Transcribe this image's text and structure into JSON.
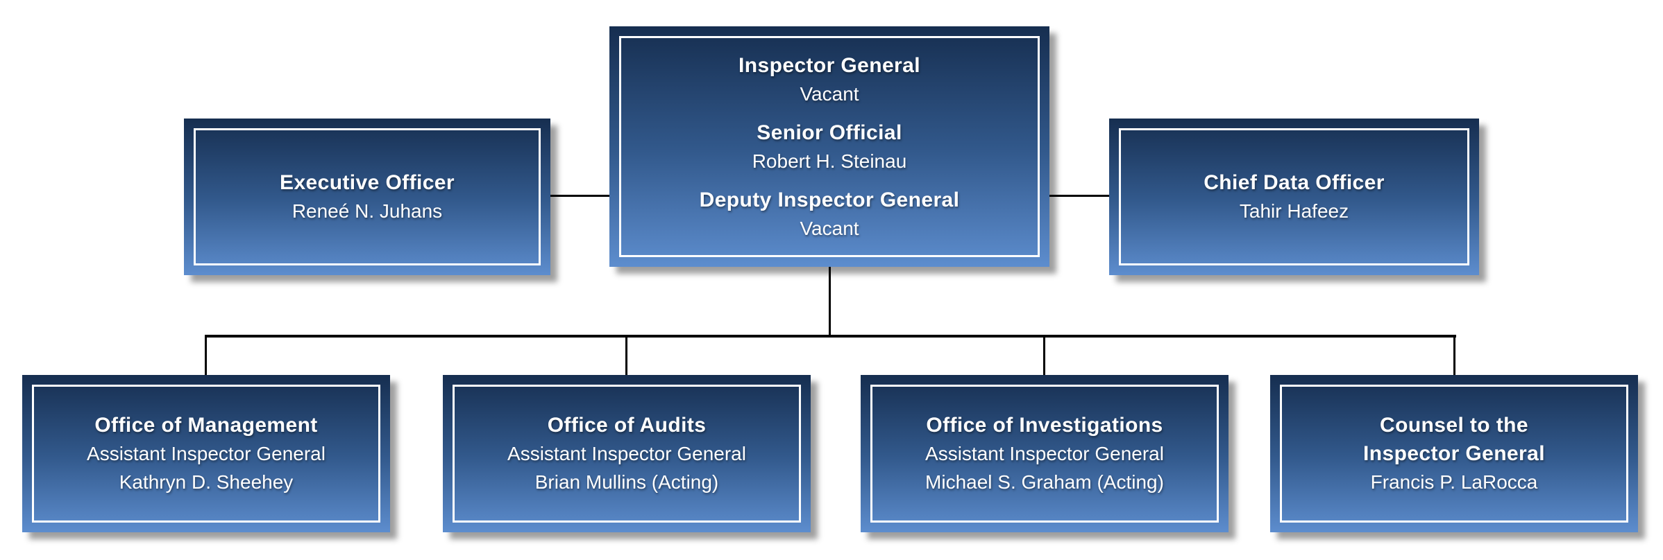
{
  "colors": {
    "box_gradient_top": "#162e50",
    "box_gradient_mid": "#32598c",
    "box_gradient_bottom": "#5d8dce",
    "box_border": "#ffffff",
    "text": "#ffffff",
    "connector": "#000000",
    "background": "#ffffff"
  },
  "org_chart": {
    "nodes": [
      {
        "id": "inspector-general",
        "lines": [
          {
            "text": "Inspector General",
            "bold": true,
            "gap_before": false
          },
          {
            "text": "Vacant",
            "bold": false,
            "gap_before": false
          },
          {
            "text": "Senior Official",
            "bold": true,
            "gap_before": true
          },
          {
            "text": "Robert H. Steinau",
            "bold": false,
            "gap_before": false
          },
          {
            "text": "Deputy Inspector General",
            "bold": true,
            "gap_before": true
          },
          {
            "text": "Vacant",
            "bold": false,
            "gap_before": false
          }
        ]
      },
      {
        "id": "executive-officer",
        "lines": [
          {
            "text": "Executive Officer",
            "bold": true,
            "gap_before": false
          },
          {
            "text": "Reneé N. Juhans",
            "bold": false,
            "gap_before": false
          }
        ]
      },
      {
        "id": "chief-data-officer",
        "lines": [
          {
            "text": "Chief Data Officer",
            "bold": true,
            "gap_before": false
          },
          {
            "text": "Tahir Hafeez",
            "bold": false,
            "gap_before": false
          }
        ]
      },
      {
        "id": "office-of-management",
        "lines": [
          {
            "text": "Office of Management",
            "bold": true,
            "gap_before": false
          },
          {
            "text": "Assistant Inspector General",
            "bold": false,
            "gap_before": false
          },
          {
            "text": "Kathryn D. Sheehey",
            "bold": false,
            "gap_before": false
          }
        ]
      },
      {
        "id": "office-of-audits",
        "lines": [
          {
            "text": "Office of Audits",
            "bold": true,
            "gap_before": false
          },
          {
            "text": "Assistant Inspector General",
            "bold": false,
            "gap_before": false
          },
          {
            "text": "Brian Mullins (Acting)",
            "bold": false,
            "gap_before": false
          }
        ]
      },
      {
        "id": "office-of-investigations",
        "lines": [
          {
            "text": "Office of Investigations",
            "bold": true,
            "gap_before": false
          },
          {
            "text": "Assistant Inspector General",
            "bold": false,
            "gap_before": false
          },
          {
            "text": "Michael S. Graham (Acting)",
            "bold": false,
            "gap_before": false
          }
        ]
      },
      {
        "id": "counsel",
        "lines": [
          {
            "text": "Counsel to the",
            "bold": true,
            "gap_before": false
          },
          {
            "text": "Inspector General",
            "bold": true,
            "gap_before": false
          },
          {
            "text": "Francis P. LaRocca",
            "bold": false,
            "gap_before": false
          }
        ]
      }
    ]
  }
}
